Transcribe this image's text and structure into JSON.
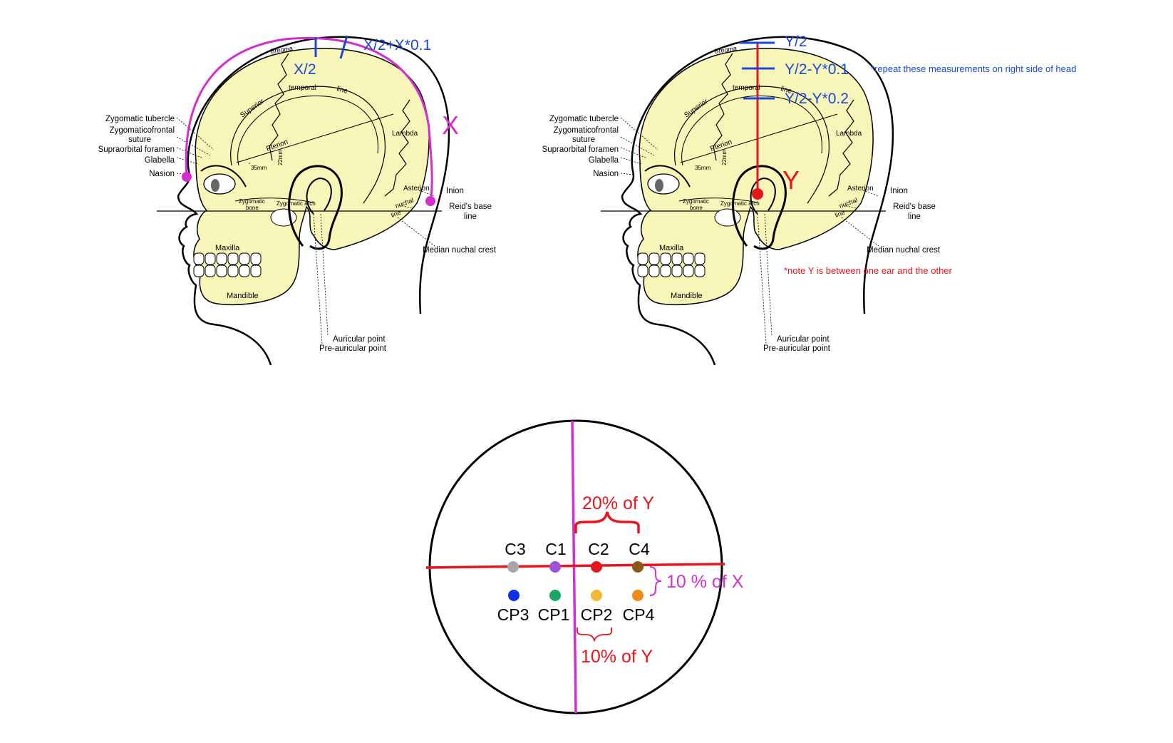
{
  "colors": {
    "skull": "#f7f5b8",
    "magenta": "#d42ed0",
    "red": "#e8141e",
    "blue": "#1848d8",
    "outline": "#000000"
  },
  "left_head": {
    "anatomy_labels": {
      "zygomatic_tubercle": "Zygomatic tubercle",
      "zygomaticofrontal": "Zygomaticofrontal",
      "suture": "suture",
      "supraorbital_foramen": "Supraorbital foramen",
      "glabella": "Glabella",
      "nasion": "Nasion",
      "inion": "Inion",
      "reids_base": "Reid's base",
      "line": "line",
      "median_nuchal_crest": "Median nuchal crest",
      "auricular_point": "Auricular point",
      "pre_auricular_point": "Pre-auricular point",
      "bregma": "Bregma",
      "superior": "Superior",
      "temporal": "temporal",
      "line_word": "line",
      "lambda": "Lambda",
      "pterion": "Pterion",
      "asterion": "Asterion",
      "nuchal": "nuchal",
      "nuchal_line": "line",
      "maxilla": "Maxilla",
      "mandible": "Mandible",
      "zygomatic_bone": "Zygomatic",
      "bone": "bone",
      "zygomatic_arch": "Zygomatic arch",
      "mm35": "35mm",
      "mm22": "22mm"
    },
    "measure": {
      "x_half": "X/2",
      "x_half_plus": "X/2+X*0.1",
      "x_label": "X"
    }
  },
  "right_head": {
    "measure": {
      "y_half": "Y/2",
      "y_minus_01": "Y/2-Y*0.1",
      "y_minus_02": "Y/2-Y*0.2",
      "y_label": "Y",
      "repeat_note": "*repeat these measurements on right side of head",
      "y_note": "*note Y is between one ear and the other"
    }
  },
  "scalp_map": {
    "top_row": [
      {
        "label": "C3",
        "color": "#a8a8a8"
      },
      {
        "label": "C1",
        "color": "#9b55d6"
      },
      {
        "label": "C2",
        "color": "#e8141e"
      },
      {
        "label": "C4",
        "color": "#8a5a1a"
      }
    ],
    "bottom_row": [
      {
        "label": "CP3",
        "color": "#1030e8"
      },
      {
        "label": "CP1",
        "color": "#1aa860"
      },
      {
        "label": "CP2",
        "color": "#f2b938"
      },
      {
        "label": "CP4",
        "color": "#f08a18"
      }
    ],
    "annotations": {
      "pct20_y": "20% of Y",
      "pct10_x": "10 % of X",
      "pct10_y": "10% of Y"
    }
  }
}
